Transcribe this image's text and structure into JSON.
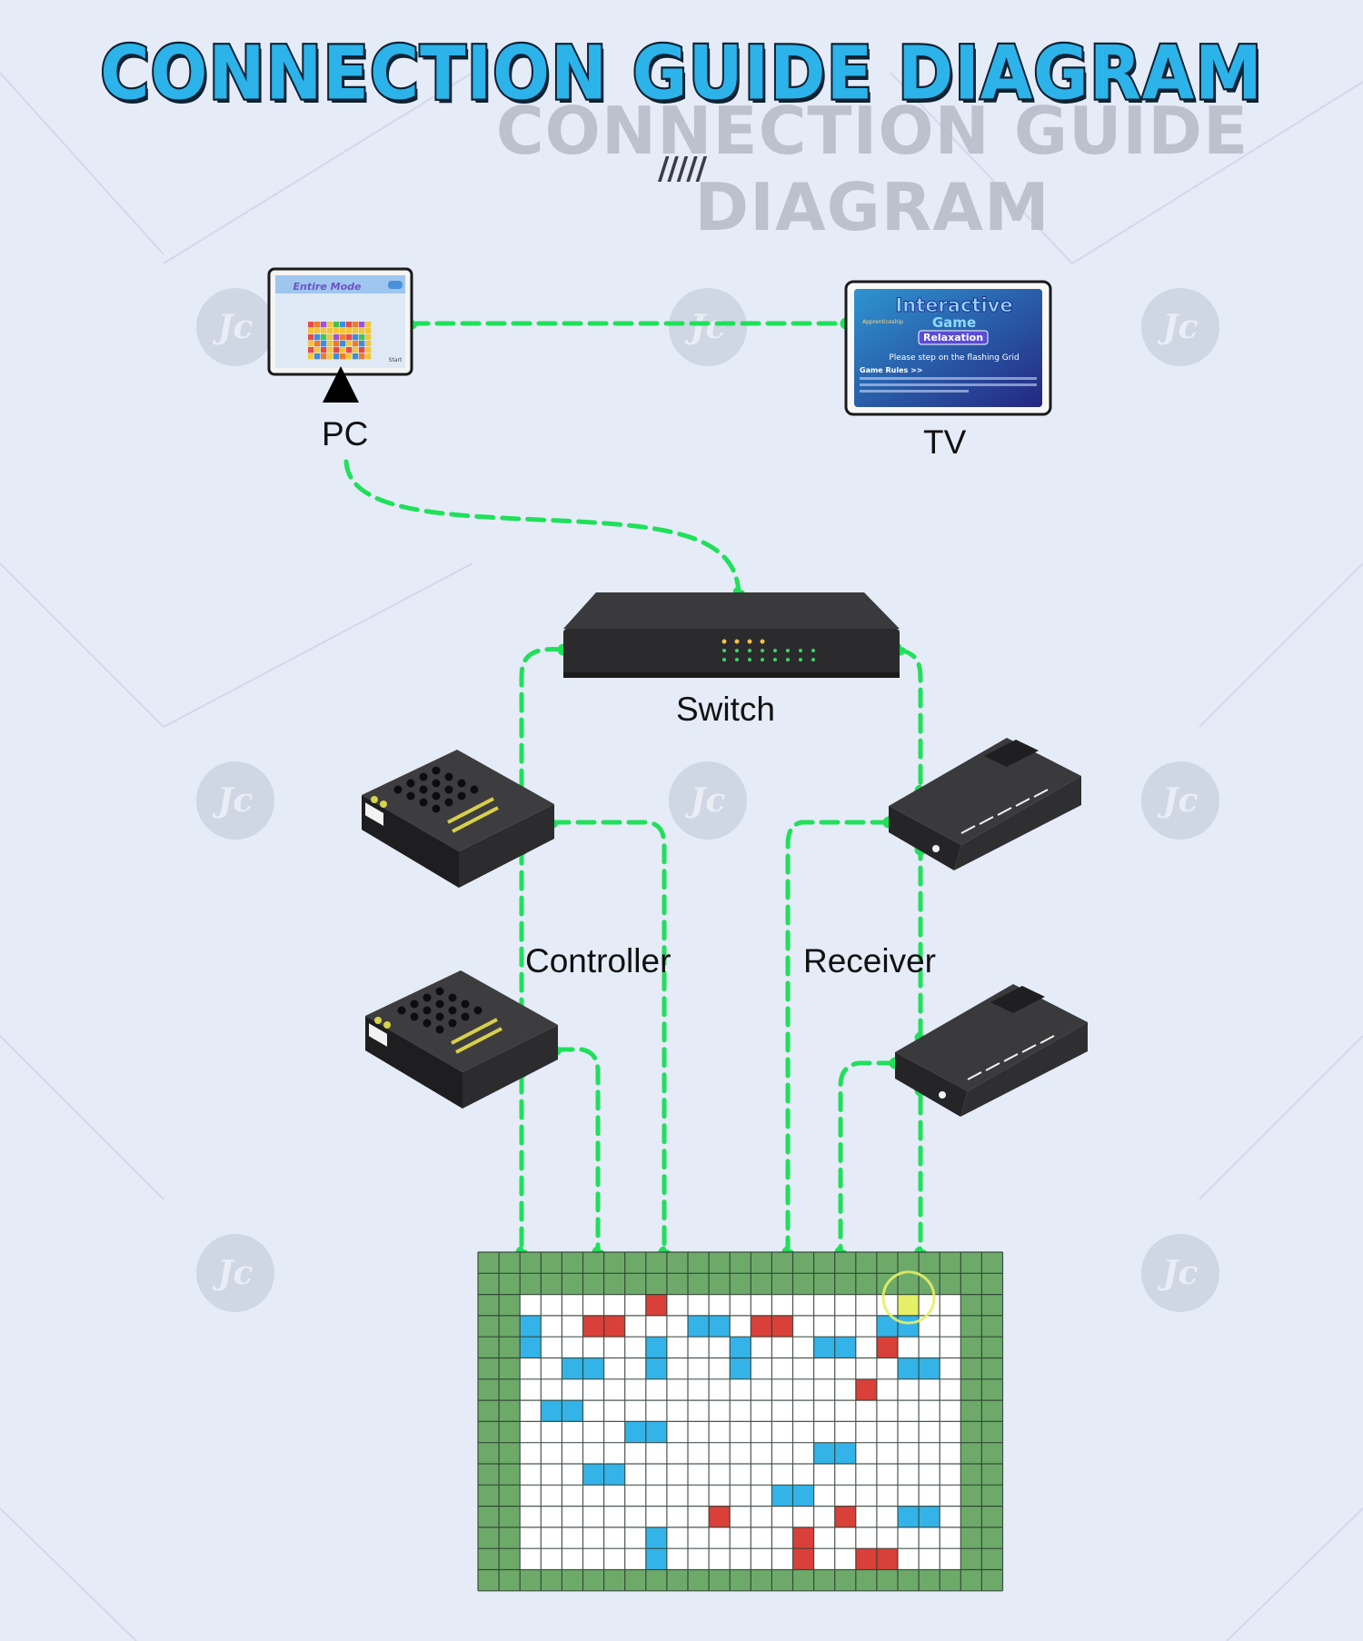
{
  "title": "CONNECTION GUIDE DIAGRAM",
  "title_shadow": "CONNECTION GUIDE DIAGRAM",
  "title_decoration": "/////",
  "watermark_text": "Jc",
  "nodes": {
    "pc": {
      "label": "PC",
      "screen_title": "Entire Mode",
      "screen_button": "Start"
    },
    "tv": {
      "label": "TV",
      "screen_title_line1": "Interactive",
      "screen_title_line2": "Game",
      "screen_mode": "Relaxation",
      "screen_menu": "Apprenticeship",
      "screen_instruction": "Please step on the flashing Grid",
      "screen_rules_title": "Game Rules >>"
    },
    "switch": {
      "label": "Switch"
    },
    "controller": {
      "label": "Controller"
    },
    "receiver": {
      "label": "Receiver"
    }
  },
  "colors": {
    "background": "#e6ebf8",
    "wire": "#1fe05a",
    "device_dark": "#2a2a2c",
    "grid_border": "#6daa6a",
    "tile_blue": "#34b3e8",
    "tile_red": "#d9403a",
    "tile_highlight": "#e6f066"
  }
}
